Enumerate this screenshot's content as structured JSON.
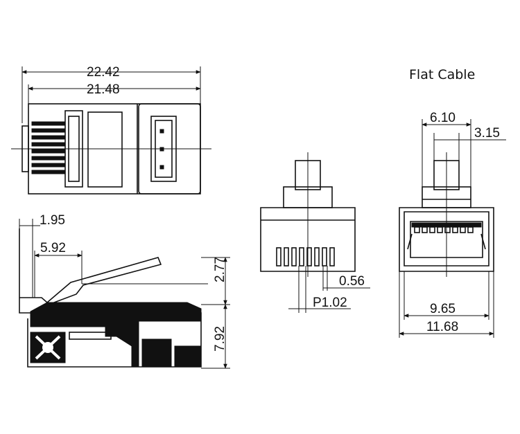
{
  "title": "Flat Cable",
  "dimensions": {
    "overall_length": "22.42",
    "body_length": "21.48",
    "latch_offset": "1.95",
    "latch_length": "5.92",
    "latch_height": "2.77",
    "body_height": "7.92",
    "pin_width": "0.56",
    "pin_pitch": "P1.02",
    "cable_width": "6.10",
    "cable_thickness": "3.15",
    "inner_width": "9.65",
    "outer_width": "11.68"
  },
  "colors": {
    "ink": "#111111",
    "background": "#ffffff"
  }
}
